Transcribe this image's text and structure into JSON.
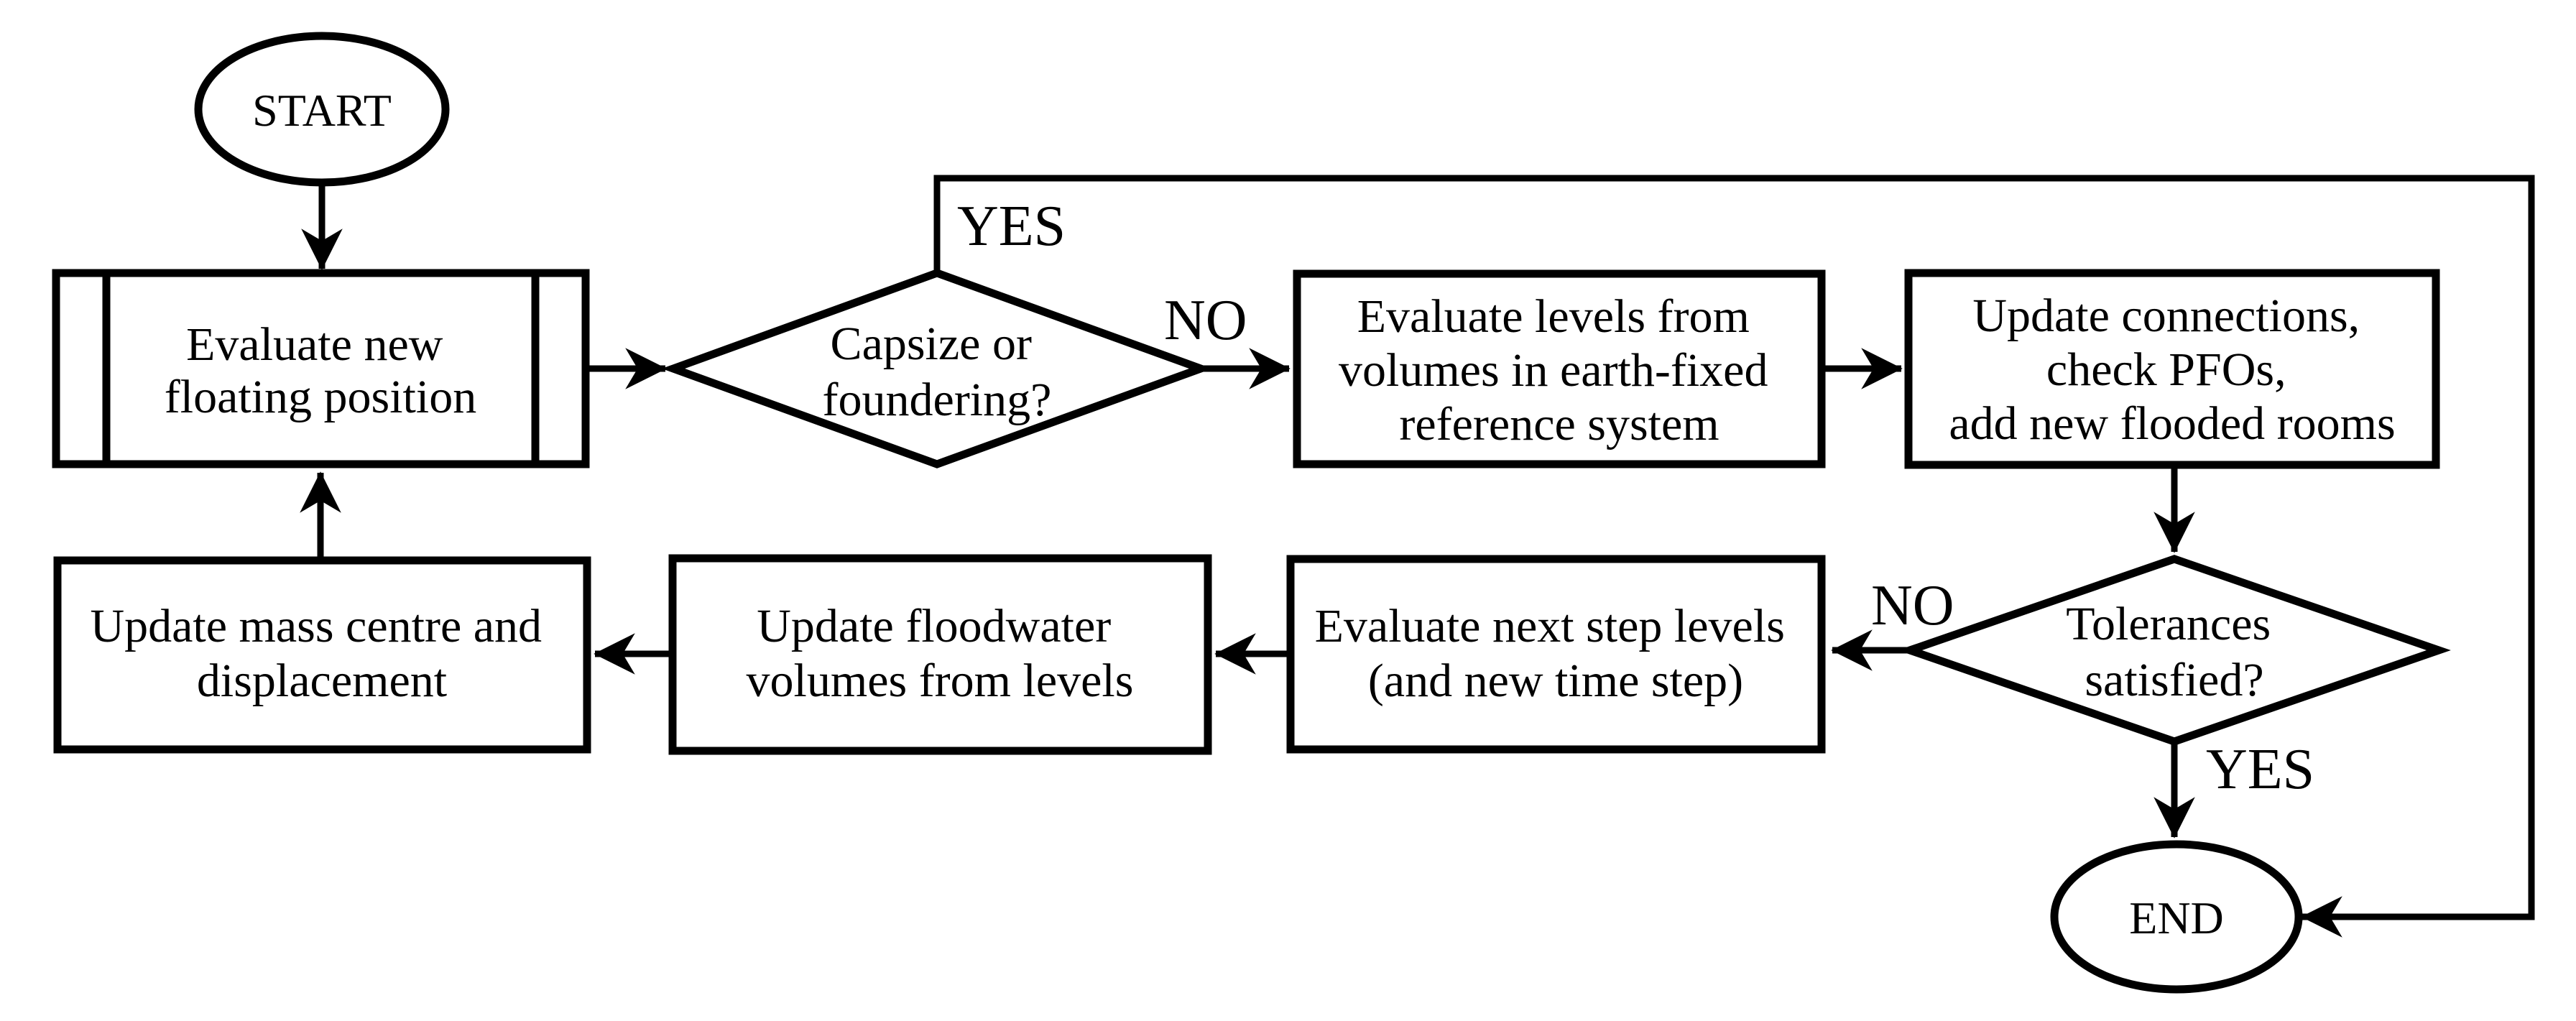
{
  "colors": {
    "stroke": "#000000",
    "background": "#ffffff"
  },
  "terminals": {
    "start": {
      "label": "START"
    },
    "end": {
      "label": "END"
    }
  },
  "nodes": {
    "evaluate_floating": {
      "lines": [
        "Evaluate new",
        "floating position"
      ]
    },
    "capsize": {
      "lines": [
        "Capsize or",
        "foundering?"
      ]
    },
    "evaluate_levels": {
      "lines": [
        "Evaluate levels from",
        "volumes in earth-fixed",
        "reference system"
      ]
    },
    "update_connections": {
      "lines": [
        "Update connections,",
        "check PFOs,",
        "add new flooded rooms"
      ]
    },
    "tolerances": {
      "lines": [
        "Tolerances",
        "satisfied?"
      ]
    },
    "evaluate_next_step": {
      "lines": [
        "Evaluate next step levels",
        "(and new time step)"
      ]
    },
    "update_floodwater": {
      "lines": [
        "Update floodwater",
        "volumes from levels"
      ]
    },
    "update_mass_centre": {
      "lines": [
        "Update mass centre and",
        "displacement"
      ]
    }
  },
  "edge_labels": {
    "capsize_yes": "YES",
    "capsize_no": "NO",
    "tolerances_no": "NO",
    "tolerances_yes": "YES"
  }
}
